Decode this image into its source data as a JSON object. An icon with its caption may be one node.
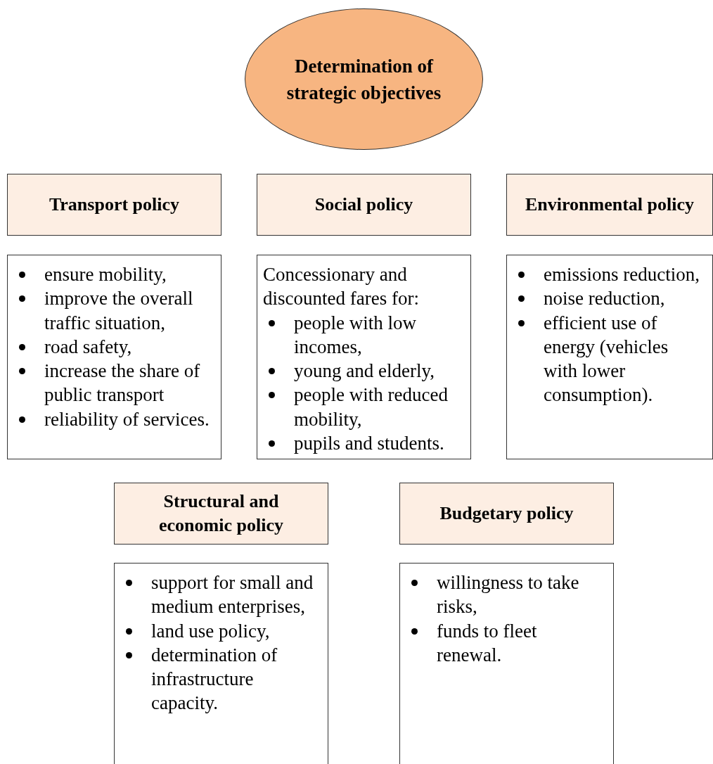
{
  "diagram": {
    "nodes": [
      {
        "text": [
          "Determination of strategic objectives"
        ]
      },
      {
        "text": [
          "Transport policy"
        ]
      },
      {
        "text": [
          "ensure mobility,",
          "improve the overall traffic situation,",
          "road safety,",
          "increase the share of public transport",
          "reliability of services."
        ]
      },
      {
        "text": [
          "Social policy"
        ]
      },
      {
        "text": [
          "Concessionary and discounted fares for:",
          "people with low incomes,",
          "young and elderly,",
          "people with reduced mobility,",
          "pupils and students."
        ]
      },
      {
        "text": [
          "Environmental policy"
        ]
      },
      {
        "text": [
          "emissions reduction,",
          "noise reduction,",
          "efficient use of energy (vehicles with lower consumption)."
        ]
      },
      {
        "text": [
          "Structural and economic policy"
        ]
      },
      {
        "text": [
          "support for small and medium enterprises,",
          "land use policy,",
          "determination of infrastructure capacity."
        ]
      },
      {
        "text": [
          "Budgetary policy"
        ]
      },
      {
        "text": [
          "willingness to take risks,",
          "funds to fleet renewal."
        ]
      }
    ]
  }
}
